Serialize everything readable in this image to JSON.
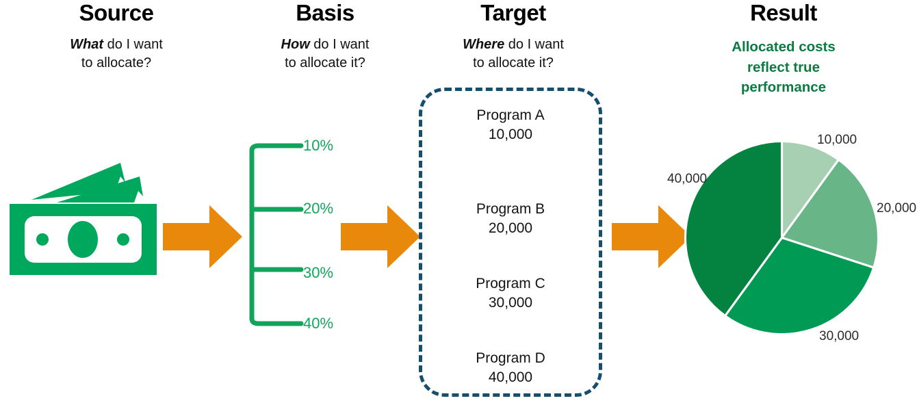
{
  "columns": {
    "source": {
      "title": "Source",
      "question_lead": "What",
      "question_rest": " do I want",
      "question_line2": "to allocate?",
      "icon": "cash-stack-icon"
    },
    "basis": {
      "title": "Basis",
      "question_lead": "How",
      "question_rest": " do I want",
      "question_line2": "to allocate it?"
    },
    "target": {
      "title": "Target",
      "question_lead": "Where",
      "question_rest": " do I want",
      "question_line2": "to allocate it?"
    },
    "result": {
      "title": "Result",
      "statement_line1": "Allocated costs",
      "statement_line2": "reflect true",
      "statement_line3": "performance"
    }
  },
  "basis_percentages": [
    "10%",
    "20%",
    "30%",
    "40%"
  ],
  "programs": [
    {
      "name": "Program A",
      "amount": "10,000"
    },
    {
      "name": "Program B",
      "amount": "20,000"
    },
    {
      "name": "Program C",
      "amount": "30,000"
    },
    {
      "name": "Program D",
      "amount": "40,000"
    }
  ],
  "arrows": [
    "arrow-right-source-to-basis",
    "arrow-right-basis-to-target",
    "arrow-right-target-to-result"
  ],
  "chart_data": {
    "type": "pie",
    "title": "Allocated costs reflect true performance",
    "categories": [
      "Program A",
      "Program B",
      "Program C",
      "Program D"
    ],
    "values": [
      10000,
      20000,
      30000,
      40000
    ],
    "percentages": [
      10,
      20,
      30,
      40
    ],
    "labels": [
      "10,000",
      "20,000",
      "30,000",
      "40,000"
    ],
    "colors": [
      "#A7CFB2",
      "#68B587",
      "#019A54",
      "#04823F"
    ],
    "slice_gap_color": "#ffffff",
    "legend": "none",
    "start_angle_deg": 0,
    "direction": "clockwise"
  },
  "palette": {
    "money_green": "#00A85D",
    "percent_green": "#12A45C",
    "result_green": "#0B7B42",
    "arrow_orange": "#E8890C",
    "target_navy": "#14506E",
    "text_black": "#111111"
  }
}
